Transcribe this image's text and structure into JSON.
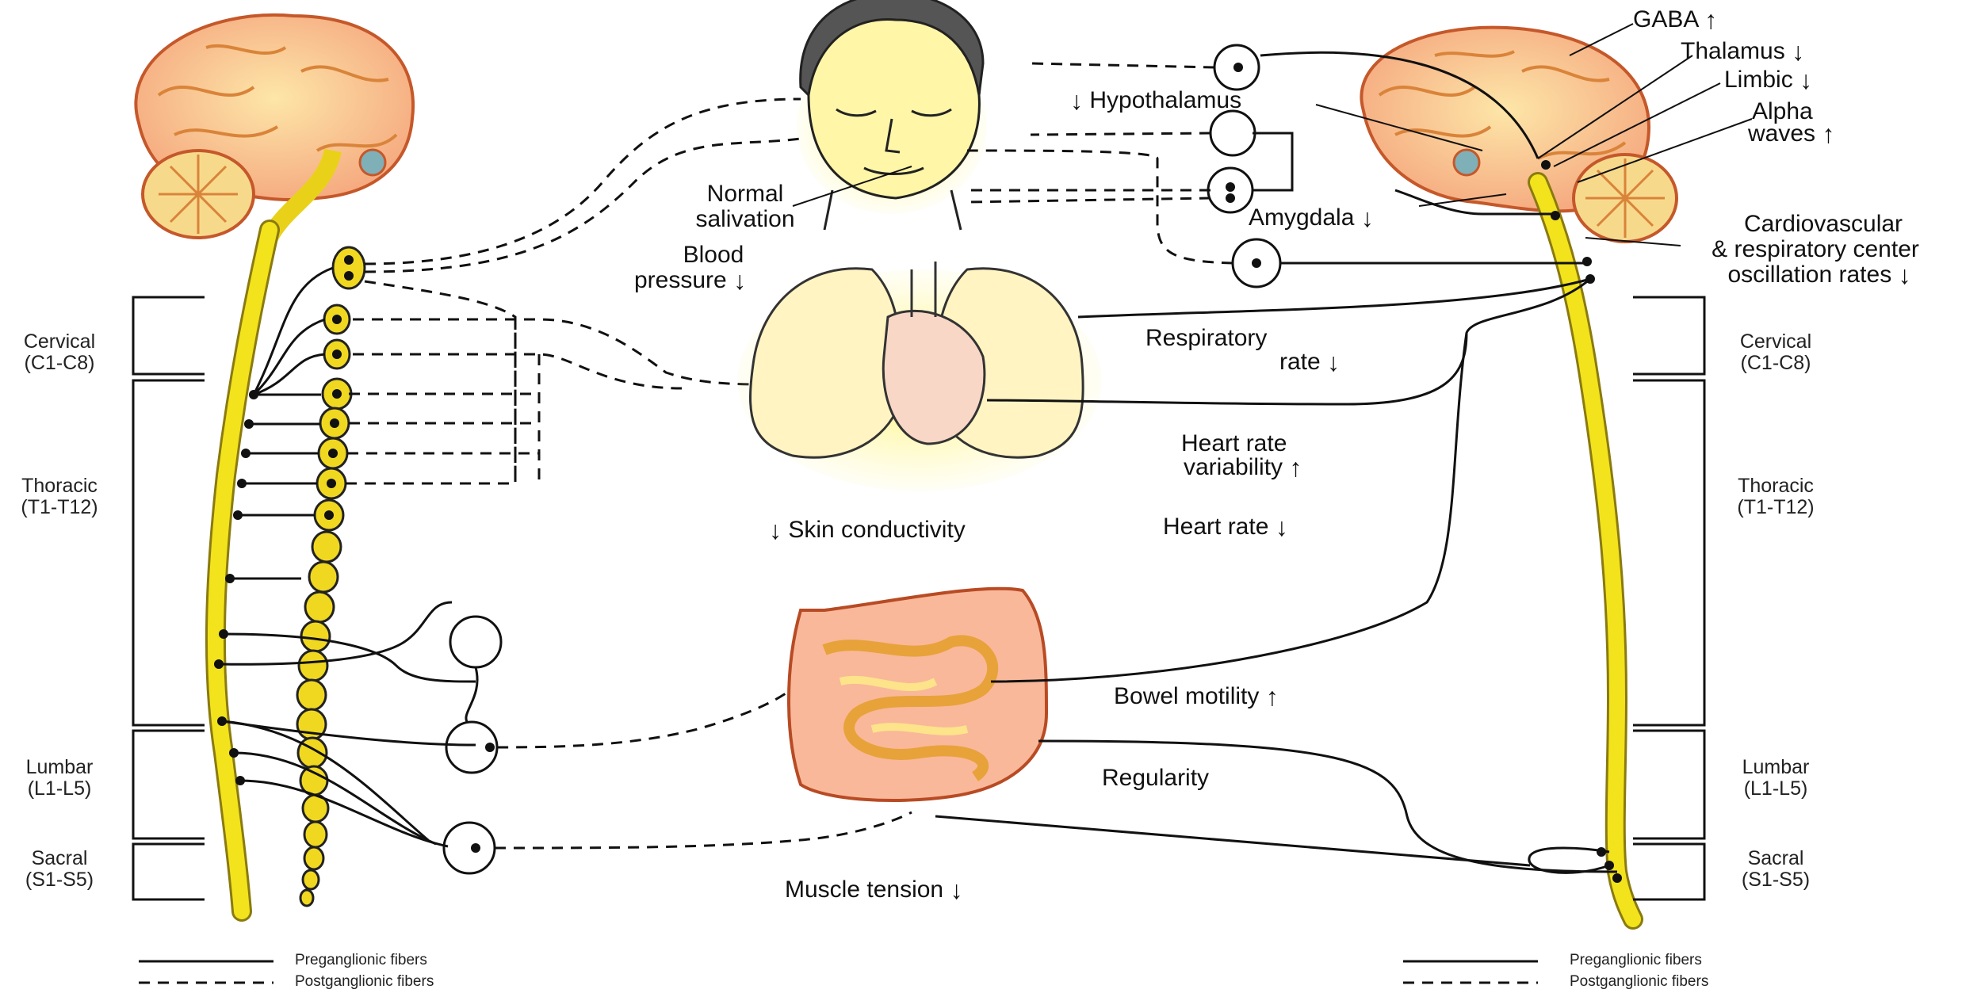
{
  "segments": {
    "left": [
      {
        "name": "Cervical",
        "range": "(C1-C8)"
      },
      {
        "name": "Thoracic",
        "range": "(T1-T12)"
      },
      {
        "name": "Lumbar",
        "range": "(L1-L5)"
      },
      {
        "name": "Sacral",
        "range": "(S1-S5)"
      }
    ],
    "right": [
      {
        "name": "Cervical",
        "range": "(C1-C8)"
      },
      {
        "name": "Thoracic",
        "range": "(T1-T12)"
      },
      {
        "name": "Lumbar",
        "range": "(L1-L5)"
      },
      {
        "name": "Sacral",
        "range": "(S1-S5)"
      }
    ]
  },
  "labels": {
    "gaba": {
      "text": "GABA",
      "arrow": "up"
    },
    "thalamus": {
      "text": "Thalamus",
      "arrow": "down"
    },
    "limbic": {
      "text": "Limbic",
      "arrow": "down"
    },
    "alpha_1": "Alpha",
    "alpha_2": {
      "text": "waves",
      "arrow": "up"
    },
    "hypothalamus": {
      "text": "Hypothalamus",
      "arrow": "down"
    },
    "amygdala": {
      "text": "Amygdala",
      "arrow": "down"
    },
    "cardio_1": "Cardiovascular",
    "cardio_2": "& respiratory center",
    "cardio_3": {
      "text": "oscillation rates",
      "arrow": "down"
    },
    "salivation_1": "Normal",
    "salivation_2": "salivation",
    "bp_1": "Blood",
    "bp_2": {
      "text": "pressure",
      "arrow": "down"
    },
    "resp_1": "Respiratory",
    "resp_2": {
      "text": "rate",
      "arrow": "down"
    },
    "hrv_1": "Heart rate",
    "hrv_2": {
      "text": "variability",
      "arrow": "up"
    },
    "heart_rate": {
      "text": "Heart rate",
      "arrow": "down"
    },
    "skin": {
      "text": "Skin conductivity",
      "arrow": "down"
    },
    "bowel": {
      "text": "Bowel motility",
      "arrow": "up"
    },
    "regularity": "Regularity",
    "muscle": {
      "text": "Muscle tension",
      "arrow": "down"
    }
  },
  "legend": {
    "preganglionic": "Preganglionic fibers",
    "postganglionic": "Postganglionic fibers"
  },
  "arrows": {
    "up": "↑",
    "down": "↓"
  },
  "colors": {
    "cord": "#f2e31c",
    "brain": "#f7b98c",
    "ganglion": "#f0d820",
    "line": "#111111"
  }
}
